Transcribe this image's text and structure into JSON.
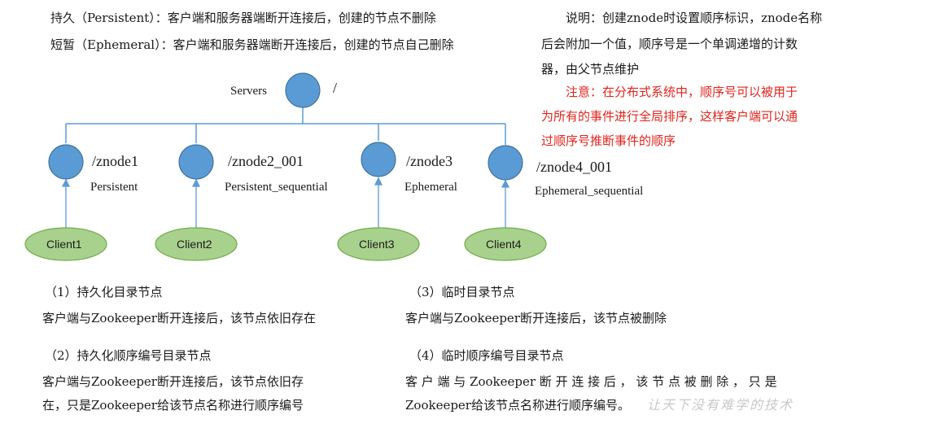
{
  "top_left": {
    "persistent_line": "持久（Persistent）：客户端和服务器端断开连接后，创建的节点不删除",
    "ephemeral_line": "短暂（Ephemeral）：客户端和服务器端断开连接后，创建的节点自己删除"
  },
  "explanation": {
    "line1": "说明：创建znode时设置顺序标识，znode名称",
    "line2": "后会附加一个值，顺序号是一个单调递增的计数",
    "line3": "器，由父节点维护"
  },
  "warning": {
    "line1": "注意：在分布式系统中，顺序号可以被用于",
    "line2": "为所有的事件进行全局排序，这样客户端可以通",
    "line3": "过顺序号推断事件的顺序"
  },
  "tree": {
    "root_label": "Servers",
    "root_path": "/",
    "nodes": [
      {
        "path": "/znode1",
        "type": "Persistent",
        "client": "Client1"
      },
      {
        "path": "/znode2_001",
        "type": "Persistent_sequential",
        "client": "Client2"
      },
      {
        "path": "/znode3",
        "type": "Ephemeral",
        "client": "Client3"
      },
      {
        "path": "/znode4_001",
        "type": "Ephemeral_sequential",
        "client": "Client4"
      }
    ]
  },
  "sections": {
    "s1_title": "（1）持久化目录节点",
    "s1_body": "客户端与Zookeeper断开连接后，该节点依旧存在",
    "s2_title": "（2）持久化顺序编号目录节点",
    "s2_body1": "客户端与Zookeeper断开连接后，该节点依旧存",
    "s2_body2": "在，只是Zookeeper给该节点名称进行顺序编号",
    "s3_title": "（3）临时目录节点",
    "s3_body": "客户端与Zookeeper断开连接后，该节点被删除",
    "s4_title": "（4）临时顺序编号目录节点",
    "s4_body1": "客 户 端 与 Zookeeper 断 开 连 接 后 ， 该 节 点 被 删 除 ， 只 是",
    "s4_body2": "Zookeeper给该节点名称进行顺序编号。"
  },
  "watermark": "让天下没有难学的技术",
  "colors": {
    "node_fill": "#5b9bd5",
    "node_stroke": "#41719c",
    "client_fill": "#a9d18e",
    "client_stroke": "#70ad47",
    "line": "#5b9bd5",
    "red_text": "#e0241c"
  }
}
